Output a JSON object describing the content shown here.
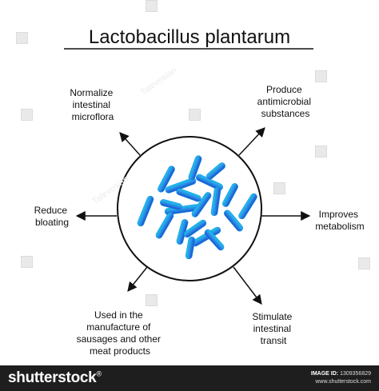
{
  "title": "Lactobacillus plantarum",
  "labels": {
    "normalize": [
      "Normalize",
      "intestinal",
      "microflora"
    ],
    "produce": [
      "Produce",
      "antimicrobial",
      "substances"
    ],
    "reduce": [
      "Reduce",
      "bloating"
    ],
    "improves": [
      "Improves",
      "metabolism"
    ],
    "used": [
      "Used in the",
      "manufacture of",
      "sausages and other",
      "meat products"
    ],
    "stimulate": [
      "Stimulate",
      "intestinal",
      "transit"
    ]
  },
  "watermark_texts": [
    "Tatevosian",
    "Tatevosian"
  ],
  "footer": {
    "brand": "shutterstock",
    "brand_mark": "®",
    "image_id_label": "IMAGE ID:",
    "image_id": "1309356829",
    "site": "www.shutterstock.com"
  },
  "colors": {
    "bacteria_dark": "#1a4fd0",
    "bacteria_light": "#1cc8ec",
    "footer_bg": "#1e1e1e"
  }
}
